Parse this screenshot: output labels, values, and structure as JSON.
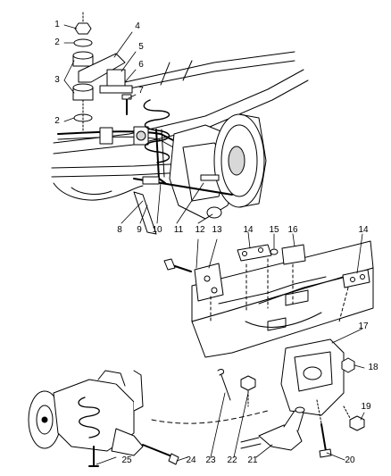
{
  "callouts": [
    {
      "id": "1",
      "label": "1"
    },
    {
      "id": "2a",
      "label": "2"
    },
    {
      "id": "2b",
      "label": "2"
    },
    {
      "id": "3",
      "label": "3"
    },
    {
      "id": "4",
      "label": "4"
    },
    {
      "id": "5",
      "label": "5"
    },
    {
      "id": "6",
      "label": "6"
    },
    {
      "id": "7",
      "label": "7"
    },
    {
      "id": "8",
      "label": "8"
    },
    {
      "id": "9",
      "label": "9"
    },
    {
      "id": "10",
      "label": "10"
    },
    {
      "id": "11",
      "label": "11"
    },
    {
      "id": "12",
      "label": "12"
    },
    {
      "id": "13",
      "label": "13"
    },
    {
      "id": "14a",
      "label": "14"
    },
    {
      "id": "14b",
      "label": "14"
    },
    {
      "id": "15",
      "label": "15"
    },
    {
      "id": "16",
      "label": "16"
    },
    {
      "id": "17",
      "label": "17"
    },
    {
      "id": "18",
      "label": "18"
    },
    {
      "id": "19",
      "label": "19"
    },
    {
      "id": "20",
      "label": "20"
    },
    {
      "id": "21",
      "label": "21"
    },
    {
      "id": "22",
      "label": "22"
    },
    {
      "id": "23",
      "label": "23"
    },
    {
      "id": "24",
      "label": "24"
    },
    {
      "id": "25",
      "label": "25"
    }
  ],
  "colors": {
    "ink": "#000000",
    "paper": "#ffffff",
    "shade": "#d8d8d8"
  }
}
